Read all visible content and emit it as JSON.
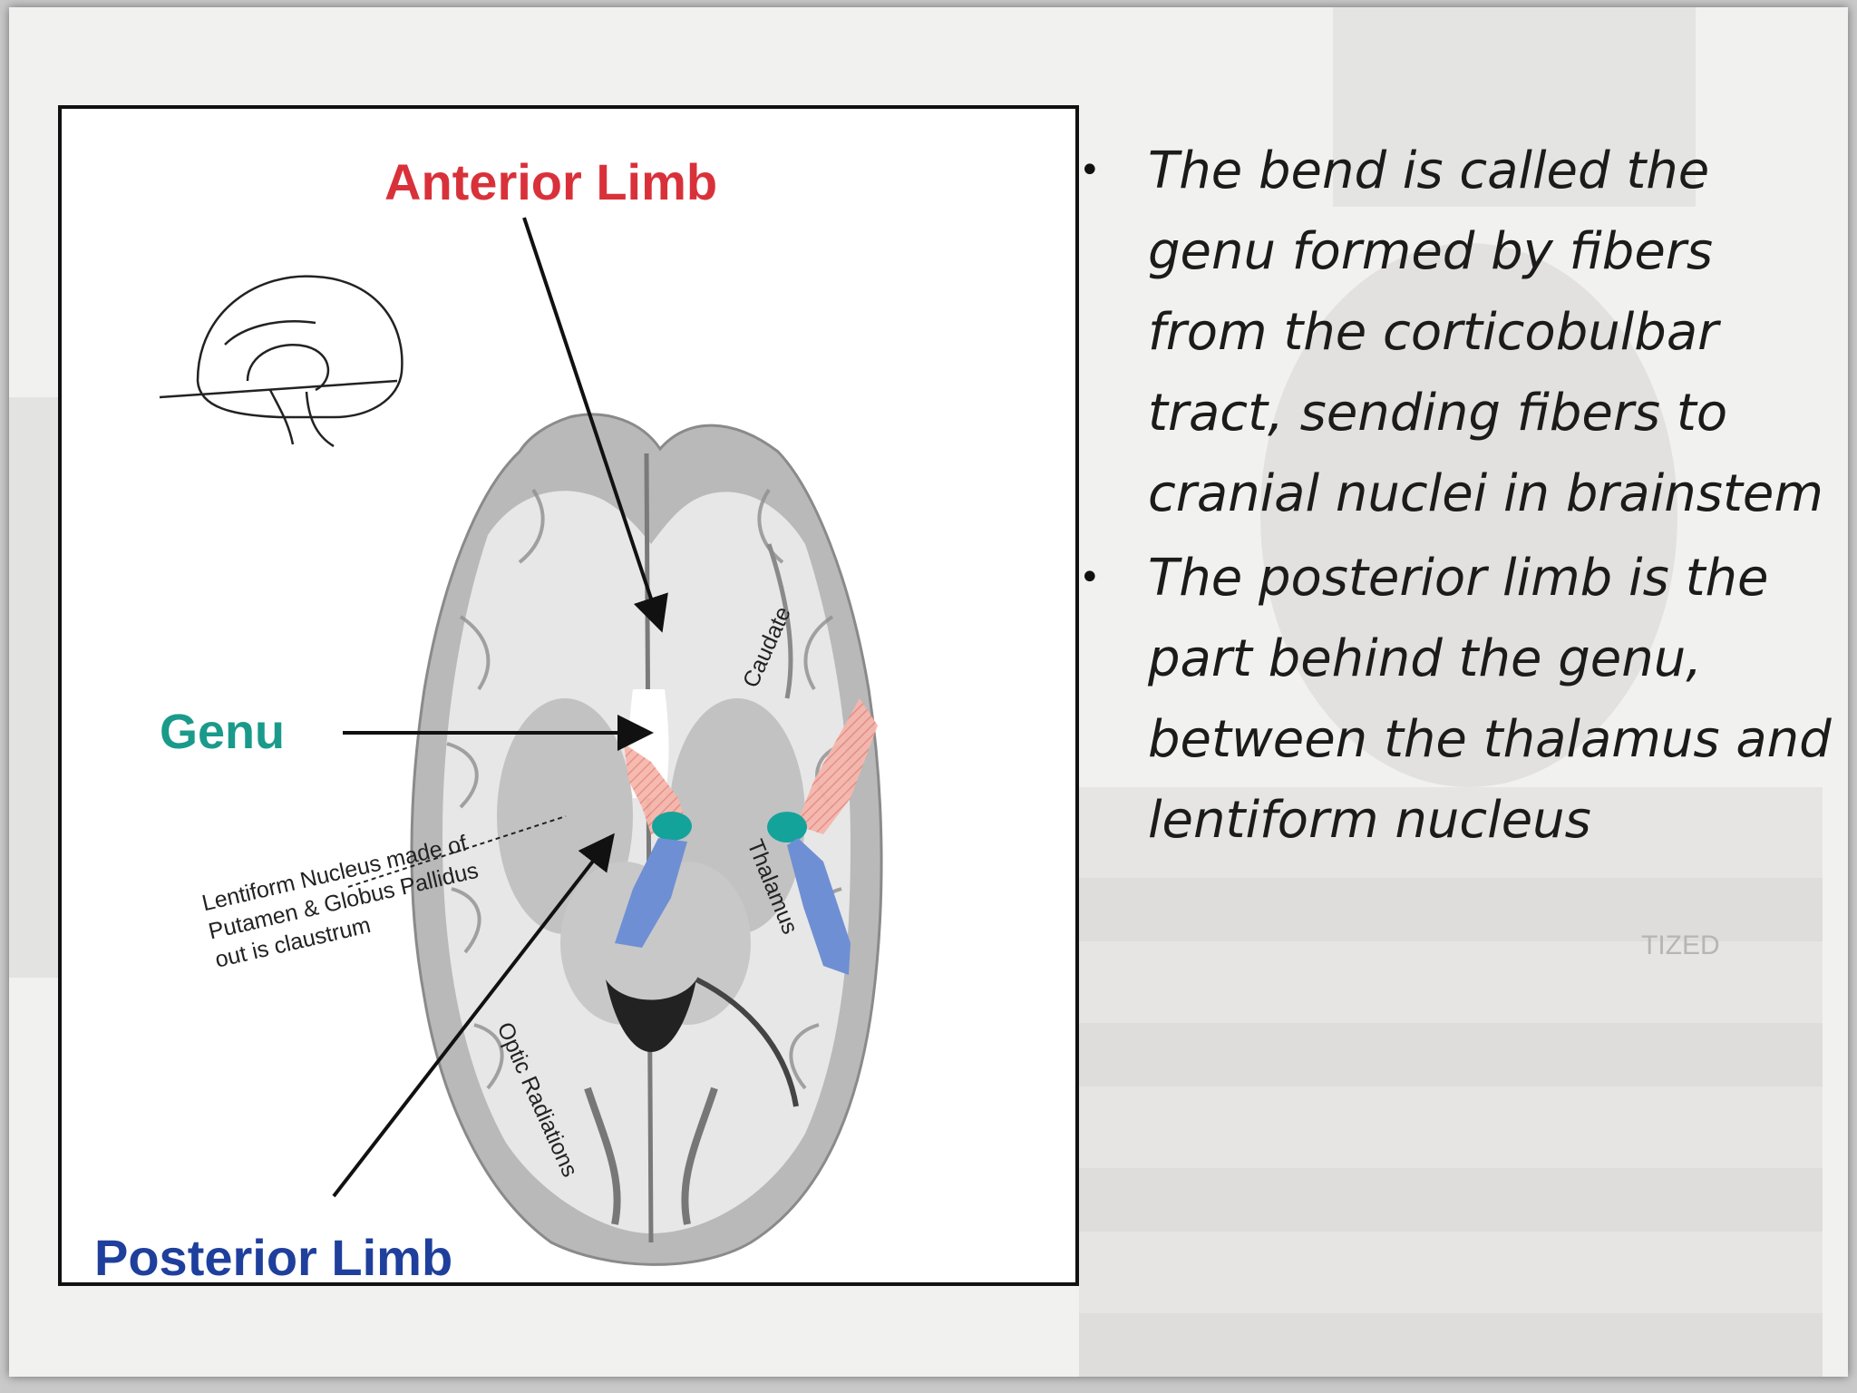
{
  "figure": {
    "labels": {
      "anterior_limb": "Anterior Limb",
      "genu": "Genu",
      "posterior_limb": "Posterior Limb",
      "lentiform_line1": "Lentiform Nucleus made of",
      "lentiform_line2": "Putamen & Globus Pallidus",
      "lentiform_line3": "out is claustrum",
      "caudate": "Caudate",
      "thalamus": "Thalamus",
      "optic_radiations": "Optic Radiations"
    },
    "colors": {
      "anterior_limb": "#d9313a",
      "genu": "#1a9a8a",
      "posterior_limb": "#1f3f9c",
      "anterior_highlight": "#f2a9a0",
      "genu_highlight": "#14a39a",
      "posterior_highlight": "#6f8fd4"
    }
  },
  "bullets": [
    "The bend is called the genu formed by fibers from the corticobulbar tract, sending fibers to cranial nuclei in brainstem",
    "The posterior limb is the part behind the genu, between the thalamus and lentiform nucleus"
  ],
  "background_shirt_text": "TIZED"
}
